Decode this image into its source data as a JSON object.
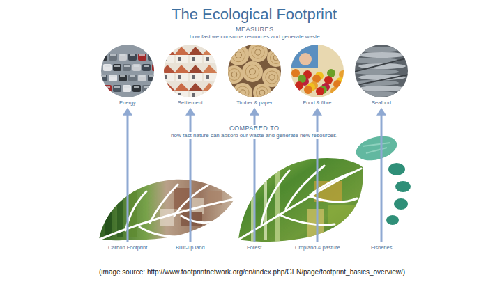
{
  "diagram": {
    "title": "The Ecological Footprint",
    "caption": "(image source: http://www.footprintnetwork.org/en/index.php/GFN/page/footprint_basics_overview/)",
    "nodes": [
      {
        "text": [
          "Energy"
        ]
      },
      {
        "text": [
          "Settlement"
        ]
      },
      {
        "text": [
          "Timber & paper"
        ]
      },
      {
        "text": [
          "Food & fibre"
        ]
      },
      {
        "text": [
          "Seafood"
        ]
      },
      {
        "text": [
          "Carbon Footprint"
        ]
      },
      {
        "text": [
          "Built-up land"
        ]
      },
      {
        "text": [
          "Forest"
        ]
      },
      {
        "text": [
          "Cropland & pasture"
        ]
      },
      {
        "text": [
          "Fisheries"
        ]
      }
    ],
    "edges": [
      {
        "from": 5,
        "to": 0,
        "arrow": "to"
      },
      {
        "from": 6,
        "to": 1,
        "arrow": "to"
      },
      {
        "from": 7,
        "to": 2,
        "arrow": "to"
      },
      {
        "from": 8,
        "to": 3,
        "arrow": "to"
      },
      {
        "from": 9,
        "to": 4,
        "arrow": "to"
      }
    ],
    "labels": [
      "MEASURES",
      "how fast we consume resources and generate waste",
      "COMPARED TO",
      "how fast nature can absorb our waste and generate new resources."
    ]
  }
}
